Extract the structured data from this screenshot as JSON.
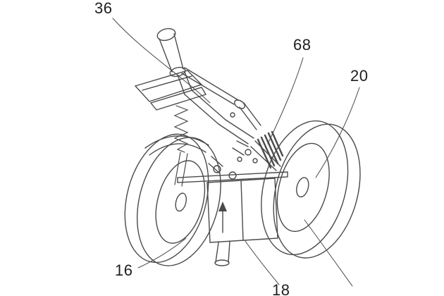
{
  "figure": {
    "type": "patent-line-drawing",
    "subject": "tilting three-wheel vehicle front assembly, perspective view",
    "colors": {
      "background": "#ffffff",
      "line": "#4a4a4a",
      "text": "#1e1e1e"
    },
    "labels": {
      "ref36": {
        "text": "36"
      },
      "ref68": {
        "text": "68"
      },
      "ref20": {
        "text": "20"
      },
      "ref16": {
        "text": "16"
      },
      "ref18": {
        "text": "18"
      }
    }
  }
}
